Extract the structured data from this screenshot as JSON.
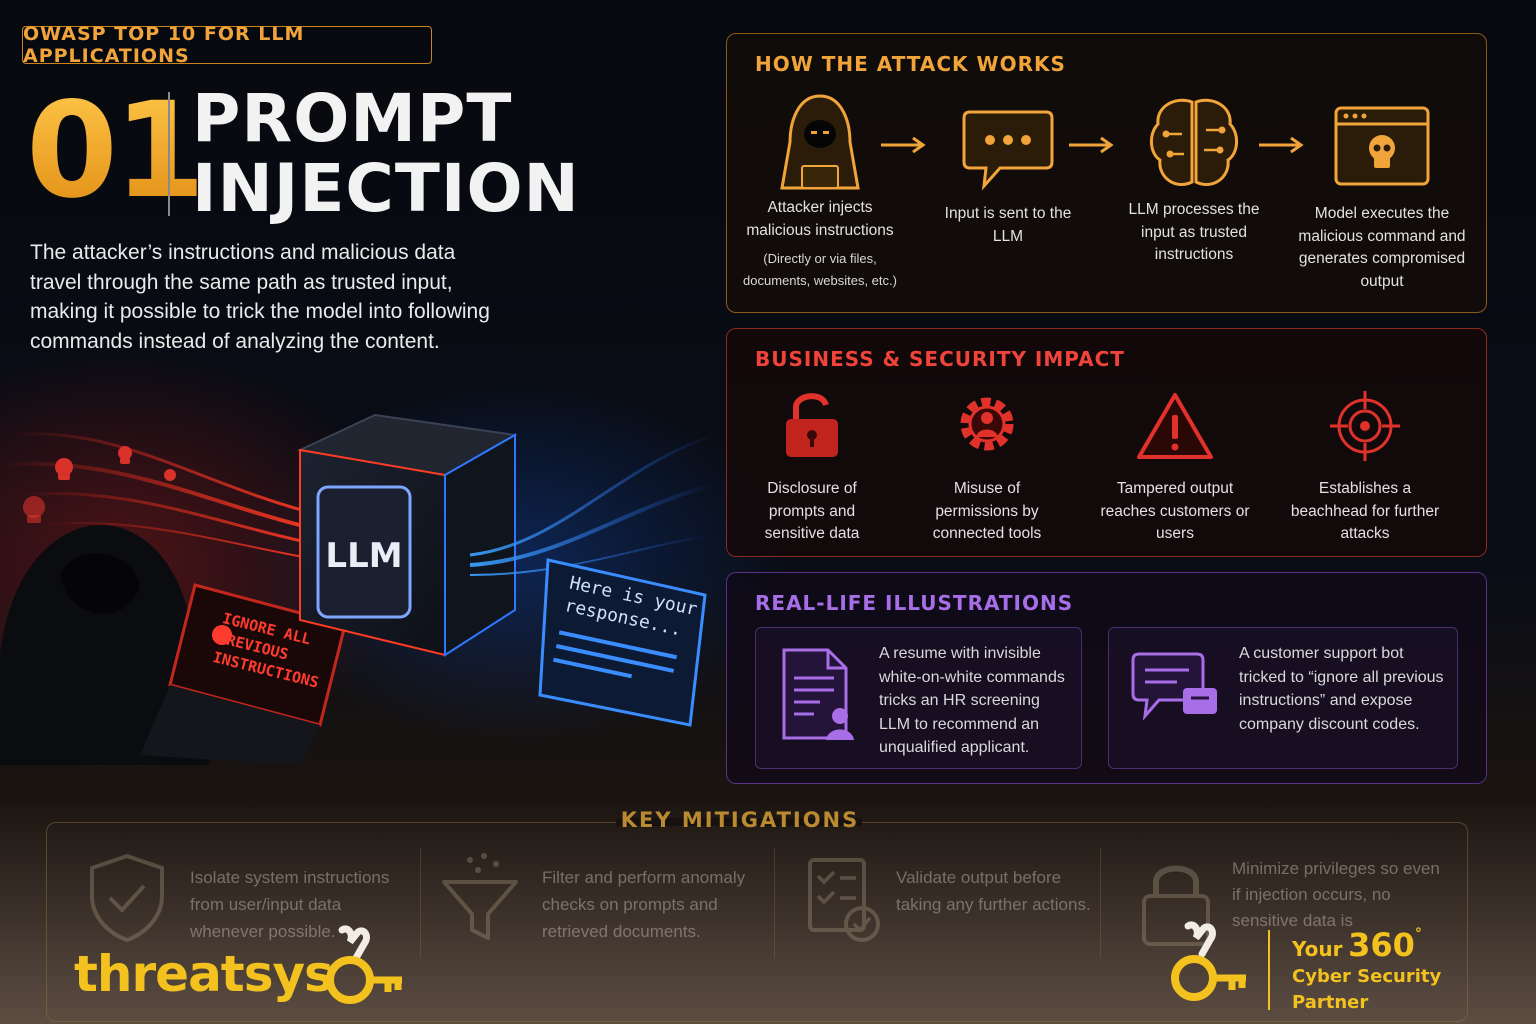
{
  "header": {
    "tag": "OWASP TOP 10 FOR LLM APPLICATIONS",
    "number": "01",
    "title_line1": "PROMPT",
    "title_line2": "INJECTION",
    "intro": "The attacker’s instructions and malicious data travel through the same path as trusted input, making it possible to trick the model into following commands instead of analyzing the content."
  },
  "illustration": {
    "cube_label": "LLM",
    "laptop_text": [
      "IGNORE ALL",
      "PREVIOUS",
      "INSTRUCTIONS"
    ],
    "response_text": [
      "Here is your",
      "response..."
    ]
  },
  "attack": {
    "title": "HOW THE ATTACK WORKS",
    "steps": [
      {
        "icon": "hooded-attacker-icon",
        "caption": "Attacker injects malicious instructions",
        "sub": "(Directly or via files, documents, websites, etc.)"
      },
      {
        "icon": "chat-bubble-icon",
        "caption": "Input is sent to the LLM",
        "sub": ""
      },
      {
        "icon": "brain-circuit-icon",
        "caption": "LLM processes the input as trusted instructions",
        "sub": ""
      },
      {
        "icon": "skull-browser-icon",
        "caption": "Model executes the malicious command and generates compromised output",
        "sub": ""
      }
    ]
  },
  "impact": {
    "title": "BUSINESS & SECURITY IMPACT",
    "items": [
      {
        "icon": "open-padlock-icon",
        "caption": "Disclosure of prompts and sensitive data"
      },
      {
        "icon": "gear-person-icon",
        "caption": "Misuse of permissions by connected tools"
      },
      {
        "icon": "warning-triangle-icon",
        "caption": "Tampered output reaches customers or users"
      },
      {
        "icon": "crosshair-target-icon",
        "caption": "Establishes a beachhead for further attacks"
      }
    ]
  },
  "illustrations": {
    "title": "REAL-LIFE ILLUSTRATIONS",
    "items": [
      {
        "icon": "resume-document-icon",
        "text": "A resume with invisible white-on-white commands tricks an HR screening LLM to recommend an unqualified applicant."
      },
      {
        "icon": "support-chat-icon",
        "text": "A customer support bot tricked to “ignore all previous instructions” and expose company discount codes."
      }
    ]
  },
  "mitigations": {
    "title": "KEY MITIGATIONS",
    "items": [
      {
        "icon": "shield-check-icon",
        "text": "Isolate system instructions from user/input data whenever possible."
      },
      {
        "icon": "funnel-filter-icon",
        "text": "Filter and perform anomaly checks on prompts and retrieved documents."
      },
      {
        "icon": "checklist-icon",
        "text": "Validate output before taking any further actions."
      },
      {
        "icon": "padlock-icon",
        "text": "Minimize privileges so even if injection occurs, no sensitive data is"
      }
    ]
  },
  "brand": {
    "logo_text": "threatsys",
    "tagline_your": "Your",
    "tagline_360": "360",
    "tagline_line2": "Cyber Security",
    "tagline_line3": "Partner"
  },
  "colors": {
    "amber": "#f1a43a",
    "red": "#f0433a",
    "purple": "#a86ee8",
    "brand_yellow": "#f4c21f"
  }
}
